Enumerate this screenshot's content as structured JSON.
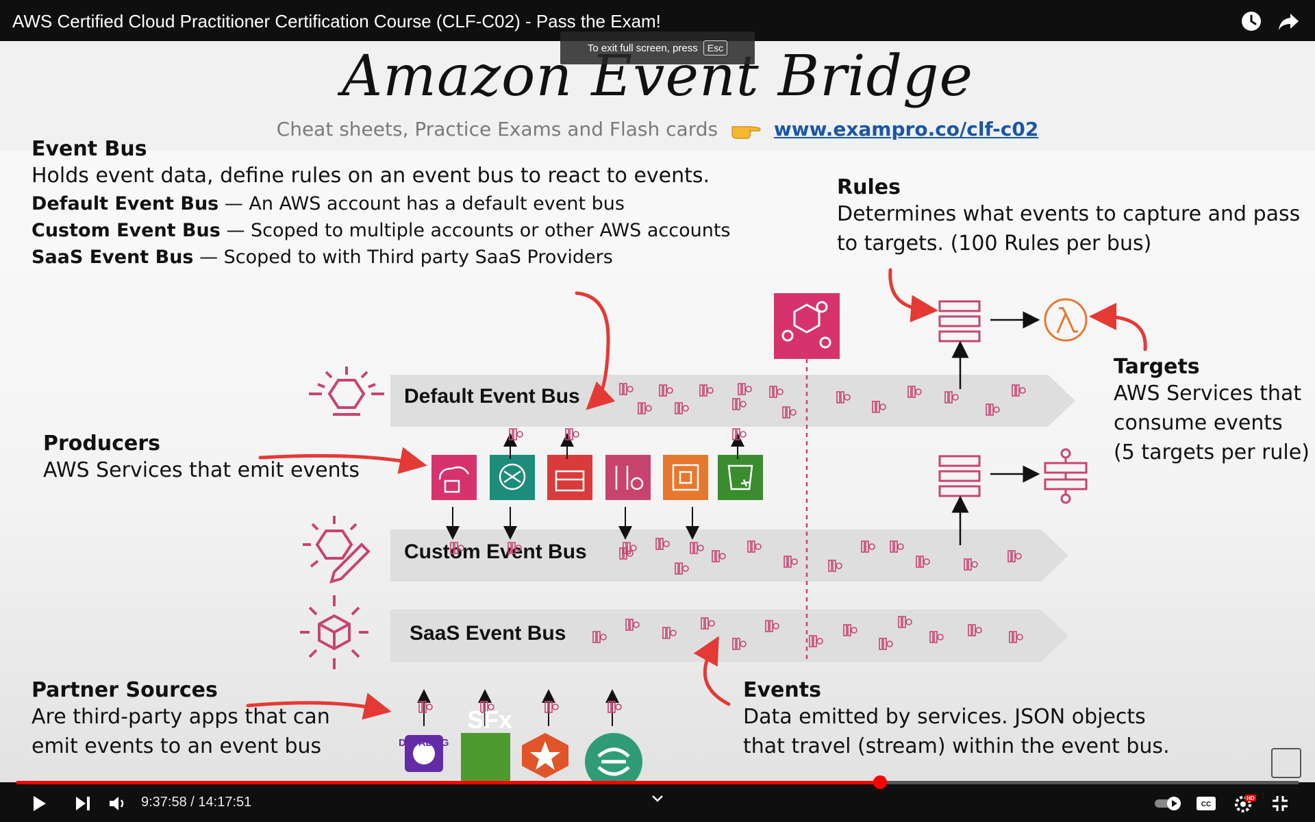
{
  "player": {
    "video_title": "AWS Certified Cloud Practitioner Certification Course (CLF-C02) - Pass the Exam!",
    "fullscreen_hint": "To exit full screen, press",
    "fullscreen_key": "Esc",
    "time_current": "9:37:58",
    "time_total": "14:17:51",
    "time_display": "9:37:58 / 14:17:51",
    "progress": 0.6735,
    "accent_color": "#ff0000"
  },
  "slide": {
    "title": "Amazon Event Bridge",
    "subtitle_text": "Cheat sheets, Practice Exams and Flash cards",
    "subtitle_link": "www.exampro.co/clf-c02",
    "event_bus": {
      "heading": "Event Bus",
      "description": "Holds event data, define rules on an event bus to react to events.",
      "items": [
        {
          "term": "Default Event Bus",
          "text": " — An AWS account has a default event bus"
        },
        {
          "term": "Custom Event Bus",
          "text": " — Scoped to multiple accounts or other AWS accounts"
        },
        {
          "term": "SaaS Event Bus",
          "text": " — Scoped to with Third party SaaS Providers"
        }
      ]
    },
    "rules": {
      "heading": "Rules",
      "line1": "Determines what events to capture and pass",
      "line2": "to targets. (100 Rules per bus)"
    },
    "targets": {
      "heading": "Targets",
      "line1": "AWS Services that",
      "line2": "consume events",
      "line3": "(5 targets per rule)"
    },
    "producers": {
      "heading": "Producers",
      "text": "AWS Services that emit events"
    },
    "partner_sources": {
      "heading": "Partner Sources",
      "line1": "Are third-party apps that can",
      "line2": "emit events to an event bus"
    },
    "events": {
      "heading": "Events",
      "line1": "Data emitted by services. JSON objects",
      "line2": "that travel (stream) within the event bus."
    },
    "buses": {
      "default": "Default Event Bus",
      "custom": "Custom Event Bus",
      "saas": "SaaS Event Bus"
    },
    "partners": {
      "datadog": "DATADOG",
      "sfx": "SFx"
    },
    "colors": {
      "arrow_red": "#e53935",
      "event_pink": "#c8446e",
      "lambda_orange": "#e8772e",
      "link_blue": "#1a56a8"
    }
  }
}
